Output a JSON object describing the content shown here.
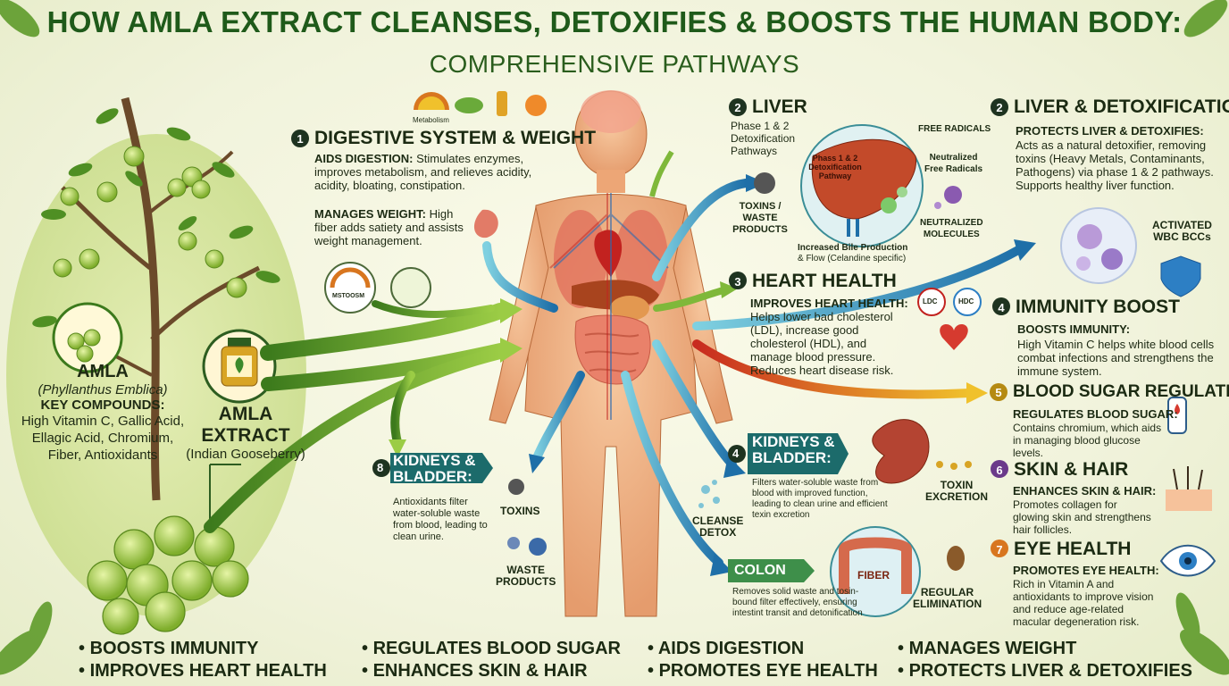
{
  "title": {
    "line1": "HOW AMLA EXTRACT CLEANSES, DETOXIFIES & BOOSTS THE HUMAN BODY:",
    "line2": "COMPREHENSIVE PATHWAYS"
  },
  "amla": {
    "name": "AMLA",
    "latin": "(Phyllanthus Emblica)",
    "compounds_label": "KEY COMPOUNDS:",
    "compounds_lines": [
      "High Vitamin C, Gallic Acid,",
      "Ellagic Acid, Chromium,",
      "Fiber, Antioxidants"
    ],
    "extract_line1": "AMLA",
    "extract_line2": "EXTRACT",
    "extract_sub": "(Indian Gooseberry)"
  },
  "digestive": {
    "num": "1",
    "title": "DIGESTIVE SYSTEM & WEIGHT",
    "icon_label": "Metabolism",
    "aids_label": "AIDS DIGESTION:",
    "aids_text": "Stimulates enzymes, improves metabolism, and relieves acidity, acidity, bloating, constipation.",
    "weight_label": "MANAGES WEIGHT:",
    "weight_text": "High fiber adds satiety and assists weight management.",
    "gauge_label": "MSTOOSM"
  },
  "liver_diagram": {
    "num": "2",
    "title": "LIVER",
    "subtitle": [
      "Phase 1 & 2",
      "Detoxification",
      "Pathways"
    ],
    "inner": [
      "Phass 1 & 2",
      "Detoxification",
      "Pathway"
    ],
    "free_radicals": "FREE RADICALS",
    "neutralized_fr": [
      "Neutralized",
      "Free Radicals"
    ],
    "neutralized_mol": [
      "NEUTRALIZED",
      "MOLECULES"
    ],
    "toxins": [
      "TOXINS /",
      "WASTE",
      "PRODUCTS"
    ],
    "bile_line1": "Increased Bile Production",
    "bile_line2": "& Flow (Celandine specific)"
  },
  "liver_detox": {
    "num": "2",
    "title": "LIVER & DETOXIFICATION",
    "label": "PROTECTS LIVER & DETOXIFIES:",
    "text": "Acts as a natural detoxifier, removing toxins (Heavy Metals, Contaminants, Pathogens) via phase 1 & 2 pathways. Supports healthy liver function."
  },
  "heart": {
    "num": "3",
    "title": "HEART HEALTH",
    "label": "IMPROVES HEART HEALTH:",
    "text": "Helps lower bad cholesterol (LDL), increase good cholesterol (HDL), and manage blood pressure. Reduces heart disease risk.",
    "badge1": "LDC",
    "badge2": "HDC"
  },
  "immunity": {
    "num": "4",
    "title": "IMMUNITY BOOST",
    "label": "BOOSTS IMMUNITY:",
    "text": "High Vitamin C helps white blood cells combat infections and strengthens the immune system.",
    "wbc": [
      "ACTIVATED",
      "WBC BCCs"
    ]
  },
  "blood_sugar": {
    "num": "5",
    "title": "BLOOD SUGAR REGULATION",
    "label": "REGULATES BLOOD SUGAR:",
    "text": "Contains chromium, which aids in managing blood glucose levels."
  },
  "skin": {
    "num": "6",
    "title": "SKIN & HAIR",
    "label": "ENHANCES SKIN & HAIR:",
    "text": "Promotes collagen for glowing skin and strengthens hair follicles."
  },
  "eye": {
    "num": "7",
    "title": "EYE HEALTH",
    "label": "PROMOTES EYE HEALTH:",
    "text": "Rich in Vitamin A and antioxidants to improve vision and reduce age-related macular degeneration risk."
  },
  "kidneys_left": {
    "num": "8",
    "title_line1": "KIDNEYS &",
    "title_line2": "BLADDER:",
    "text": "Antioxidants filter water-soluble waste from blood, leading to clean urine.",
    "toxins": "TOXINS",
    "waste": [
      "WASTE",
      "PRODUCTS"
    ]
  },
  "kidneys_right": {
    "num": "4",
    "title_line1": "KIDNEYS &",
    "title_line2": "BLADDER:",
    "text": "Filters water-soluble waste from blood with improved function, leading to clean urine and efficient texin excretion",
    "toxin_excretion": [
      "TOXIN",
      "EXCRETION"
    ],
    "cleanse": [
      "CLEANSE",
      "DETOX"
    ]
  },
  "colon": {
    "title": "COLON",
    "fiber": "FIBER",
    "regular": [
      "REGULAR",
      "ELIMINATION"
    ],
    "text": "Removes solid waste and tosin-bound filter effectively, ensuring intestint transit and detonification"
  },
  "bullets": [
    [
      "BOOSTS IMMUNITY",
      "IMPROVES HEART HEALTH"
    ],
    [
      "REGULATES BLOOD SUGAR",
      "ENHANCES SKIN & HAIR"
    ],
    [
      "AIDS DIGESTION",
      "PROMOTES EYE HEALTH"
    ],
    [
      "MANAGES WEIGHT",
      "PROTECTS LIVER & DETOXIFIES"
    ]
  ],
  "colors": {
    "title_green": "#1f5a1a",
    "teal_banner": "#1c6b6b",
    "green_arrow": "#5fa02c",
    "blue_arrow": "#2d8fc4",
    "red_arrow": "#d33a2c",
    "yellow_arrow": "#e3b82a",
    "badge_dark": "#1e3320",
    "badge_gold": "#b58a12",
    "badge_purple": "#6b3a8a",
    "badge_orange": "#d8761f"
  }
}
